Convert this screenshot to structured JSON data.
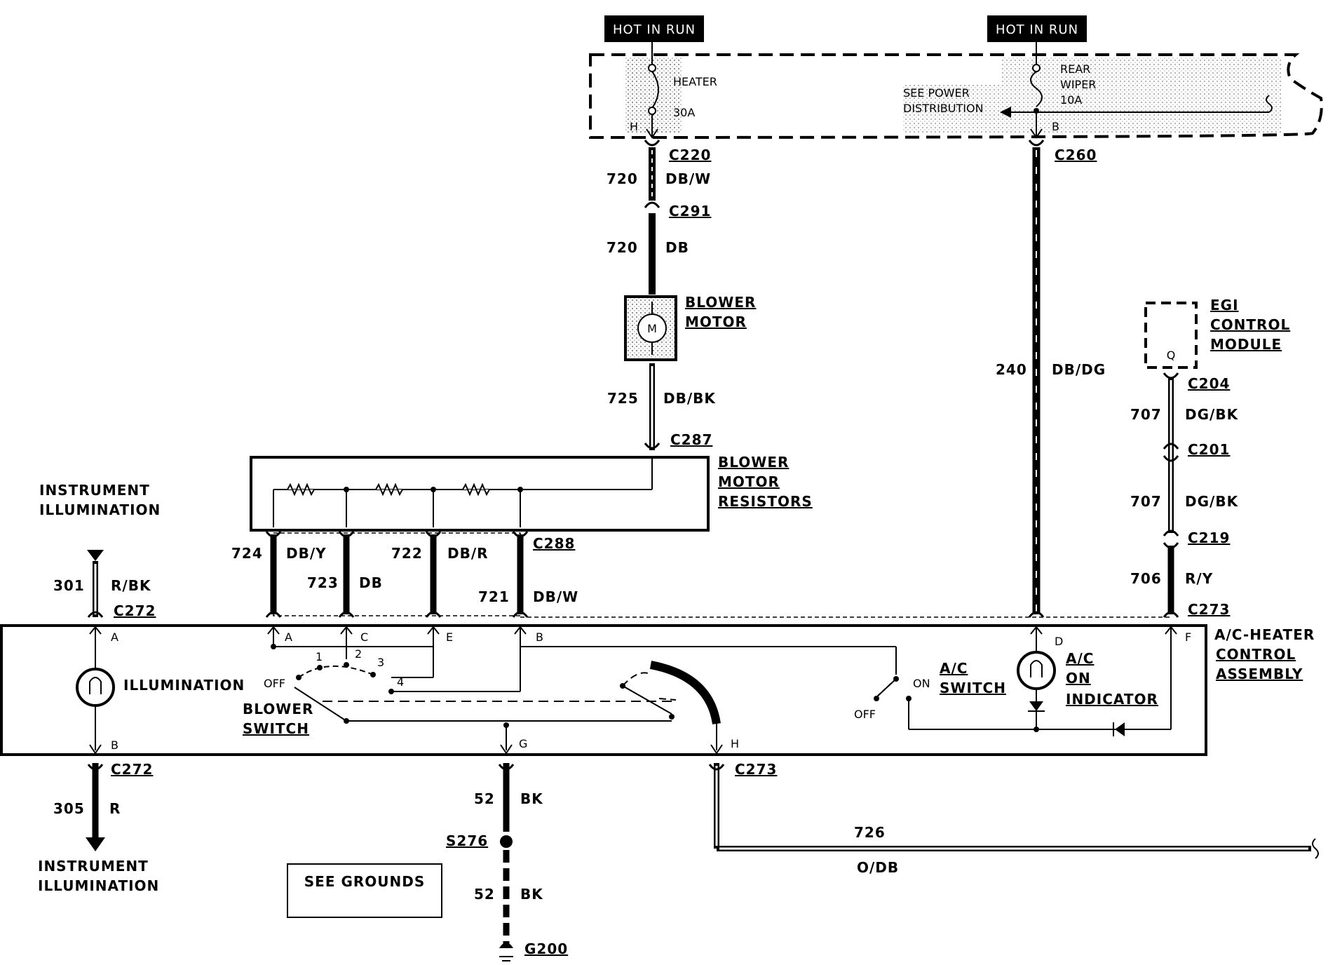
{
  "hot_run": [
    "HOT IN RUN",
    "HOT IN RUN"
  ],
  "fuses": {
    "heater_label": "HEATER",
    "heater_amp": "30A",
    "heater_pin": "H",
    "rear_wiper_1": "REAR",
    "rear_wiper_2": "WIPER",
    "rear_wiper_amp": "10A",
    "rear_wiper_pin": "B",
    "see_power_1": "SEE POWER",
    "see_power_2": "DISTRIBUTION"
  },
  "connectors": {
    "c220": "C220",
    "c291": "C291",
    "c287": "C287",
    "c288": "C288",
    "c260": "C260",
    "c204": "C204",
    "c201": "C201",
    "c219": "C219",
    "c273_top": "C273",
    "c272_top": "C272",
    "c272_bot": "C272",
    "c273_bot": "C273",
    "s276": "S276",
    "g200": "G200"
  },
  "wires": {
    "w720a_num": "720",
    "w720a_col": "DB/W",
    "w720b_num": "720",
    "w720b_col": "DB",
    "w725_num": "725",
    "w725_col": "DB/BK",
    "w240_num": "240",
    "w240_col": "DB/DG",
    "w707a_num": "707",
    "w707a_col": "DG/BK",
    "w707b_num": "707",
    "w707b_col": "DG/BK",
    "w706_num": "706",
    "w706_col": "R/Y",
    "w724_num": "724",
    "w724_col": "DB/Y",
    "w723_num": "723",
    "w723_col": "DB",
    "w722_num": "722",
    "w722_col": "DB/R",
    "w721_num": "721",
    "w721_col": "DB/W",
    "w301_num": "301",
    "w301_col": "R/BK",
    "w305_num": "305",
    "w305_col": "R",
    "w52a_num": "52",
    "w52a_col": "BK",
    "w52b_num": "52",
    "w52b_col": "BK",
    "w726_num": "726",
    "w726_col": "O/DB"
  },
  "components": {
    "blower_motor_1": "BLOWER",
    "blower_motor_2": "MOTOR",
    "motor_symbol": "M",
    "resistors_1": "BLOWER",
    "resistors_2": "MOTOR",
    "resistors_3": "RESISTORS",
    "egi_1": "EGI",
    "egi_2": "CONTROL",
    "egi_3": "MODULE",
    "egi_pin": "Q",
    "ac_heater_1": "A/C-HEATER",
    "ac_heater_2": "CONTROL",
    "ac_heater_3": "ASSEMBLY",
    "illumination": "ILLUMINATION",
    "blower_switch_1": "BLOWER",
    "blower_switch_2": "SWITCH",
    "ac_switch_1": "A/C",
    "ac_switch_2": "SWITCH",
    "ac_on_1": "A/C",
    "ac_on_2": "ON",
    "ac_on_3": "INDICATOR",
    "instr_top_1": "INSTRUMENT",
    "instr_top_2": "ILLUMINATION",
    "instr_bot_1": "INSTRUMENT",
    "instr_bot_2": "ILLUMINATION",
    "see_grounds": "SEE GROUNDS"
  },
  "pins": {
    "a_left": "A",
    "b_left": "B",
    "a": "A",
    "c": "C",
    "e": "E",
    "b": "B",
    "d": "D",
    "f": "F",
    "g": "G",
    "h": "H"
  },
  "switch_positions": {
    "off": "OFF",
    "p1": "1",
    "p2": "2",
    "p3": "3",
    "p4": "4",
    "ac_on": "ON",
    "ac_off": "OFF"
  }
}
